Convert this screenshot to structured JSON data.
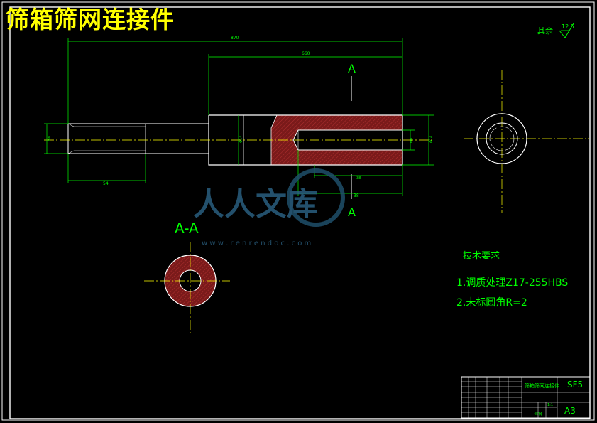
{
  "title": "筛箱筛网连接件",
  "roughness": {
    "note": "其余",
    "value": "12.5"
  },
  "dimensions": {
    "overall_length": "870",
    "body_length": "660",
    "thread_length": "54",
    "thread_diameter": "M6",
    "hole_dia_small": "Φ8",
    "hole_dia_large": "Φ14",
    "hole_depth": "38",
    "section_width": "Φ14"
  },
  "section_marks": {
    "top": "A",
    "bottom": "A"
  },
  "section_view_label": "A-A",
  "tech_requirements": {
    "heading": "技术要求",
    "items": [
      "1.调质处理Z17-255HBS",
      "2.未标圆角R=2"
    ]
  },
  "watermark": {
    "text": "人人文库",
    "url": "w w w . r e n r e n d o c . c o m"
  },
  "title_block": {
    "part_name": "筛箱筛网连接件",
    "code": "SF5",
    "sheet_size": "A3",
    "material": "45钢",
    "scale": "1:1"
  },
  "colors": {
    "outline": "#ffffff",
    "dimension": "#00ff00",
    "hatch": "#8b1e1e",
    "title": "#ffff00",
    "centerline": "#ffff00"
  }
}
